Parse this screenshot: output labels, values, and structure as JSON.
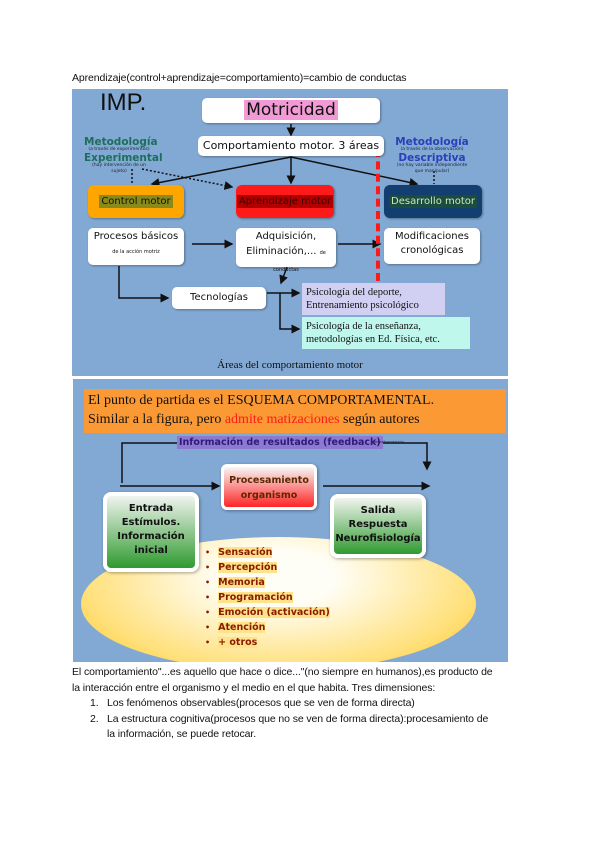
{
  "top_line": "Aprendizaje(control+aprendizaje=comportamiento)=cambio de conductas",
  "figure1": {
    "imp_label": "IMP.",
    "title": "Motricidad",
    "subtitle": "Comportamiento motor. 3 áreas",
    "method_experimental": {
      "line1": "Metodología",
      "note": "(a través de experimentos)",
      "line2": "Experimental",
      "fine": "(hay intervención de un sujeto)"
    },
    "method_descriptive": {
      "line1": "Metodología",
      "note": "(a través de la observación)",
      "line2": "Descriptiva",
      "fine": "(no hay variable independiente que manipular)"
    },
    "areas": [
      {
        "label": "Control motor",
        "desc_main": "Procesos básicos",
        "desc_small": "de la acción motriz",
        "color": "#ffa500"
      },
      {
        "label": "Aprendizaje motor",
        "desc_main": "Adquisición, Eliminación,...",
        "desc_small": "de conductas",
        "color": "#ff1a1a"
      },
      {
        "label": "Desarrollo motor",
        "desc_main": "Modificaciones cronológicas",
        "desc_small": "",
        "color": "#123e70"
      }
    ],
    "technologies": "Tecnologías",
    "applications": [
      {
        "line1": "Psicología del deporte,",
        "line2": "Entrenamiento psicológico"
      },
      {
        "line1": "Psicología de la enseñanza,",
        "line2": "metodologías en Ed. Física, etc."
      }
    ],
    "caption": "Áreas del comportamiento motor"
  },
  "figure2": {
    "header_line1": "El punto de partida es el ESQUEMA COMPORTAMENTAL.",
    "header_line2_pre": "Similar a la figura, pero ",
    "header_line2_red": "admite matizaciones",
    "header_line2_post": " según autores",
    "feedback": "Información de resultados (feedback)",
    "feedback_small": "retroalimentación",
    "input": {
      "l1": "Entrada",
      "l2": "Estímulos.",
      "l3": "Información",
      "l4": "inicial"
    },
    "process": {
      "l1": "Procesamiento",
      "l2": "organismo"
    },
    "output": {
      "l1": "Salida",
      "l2": "Respuesta",
      "l3": "Neurofisiología"
    },
    "factors": [
      "Sensación",
      "Percepción",
      "Memoria",
      "Programación",
      "Emoción (activación)",
      "Atención",
      "+ otros"
    ]
  },
  "body": {
    "paragraph_l1": "El comportamiento\"...es aquello que hace o dice...\"(no siempre en humanos),es producto de",
    "paragraph_l2": "la interacción entre el organismo y el medio en el que habita. Tres dimensiones:",
    "list": [
      {
        "num": "1.",
        "text": "Los fenómenos observables(procesos que se ven de forma directa)"
      },
      {
        "num": "2.",
        "text": "La estructura cognitiva(procesos que no se ven de forma directa):procesamiento de",
        "text2": "la información, se puede retocar."
      }
    ]
  }
}
